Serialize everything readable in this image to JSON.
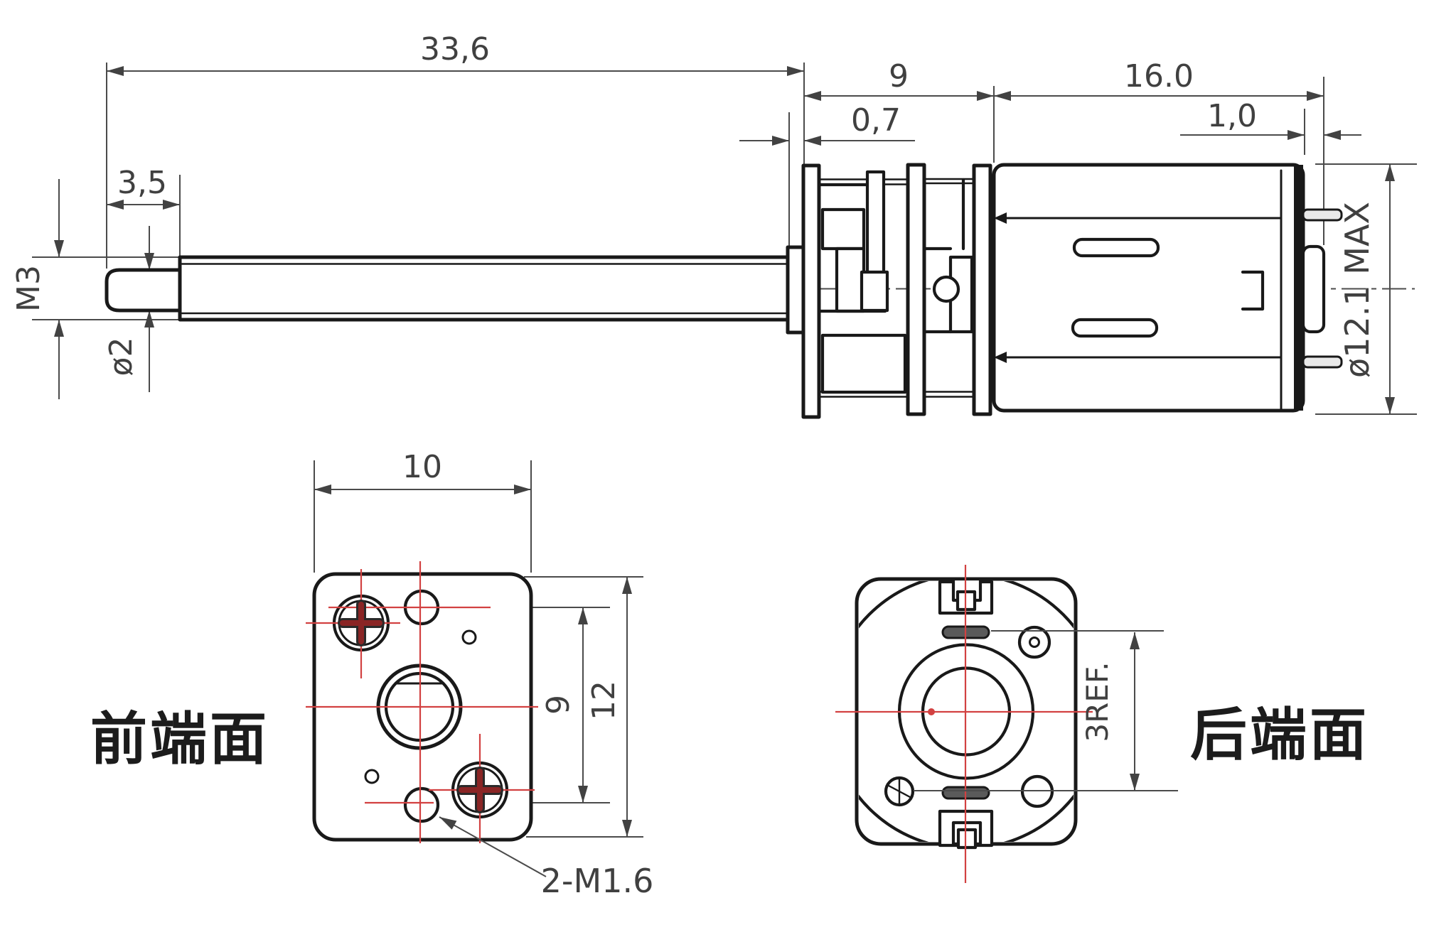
{
  "side": {
    "total": "33,6",
    "tip_len": "3,5",
    "thread": "M3",
    "tip_dia": "ø2",
    "gearbox_len": "9",
    "plate_offset": "0,7",
    "motor_len": "16.0",
    "bushing_len": "1,0",
    "can_dia": "ø12.1 MAX"
  },
  "front": {
    "label": "前端面",
    "width": "10",
    "hole_span": "9",
    "height": "12",
    "screw_note": "2-M1.6"
  },
  "rear": {
    "label": "后端面",
    "ref": "3REF."
  },
  "colors": {
    "line": "#191919",
    "dimension": "#4b4b4b",
    "centerline_red": "#d24141",
    "screw_cross": "#8a2525"
  }
}
